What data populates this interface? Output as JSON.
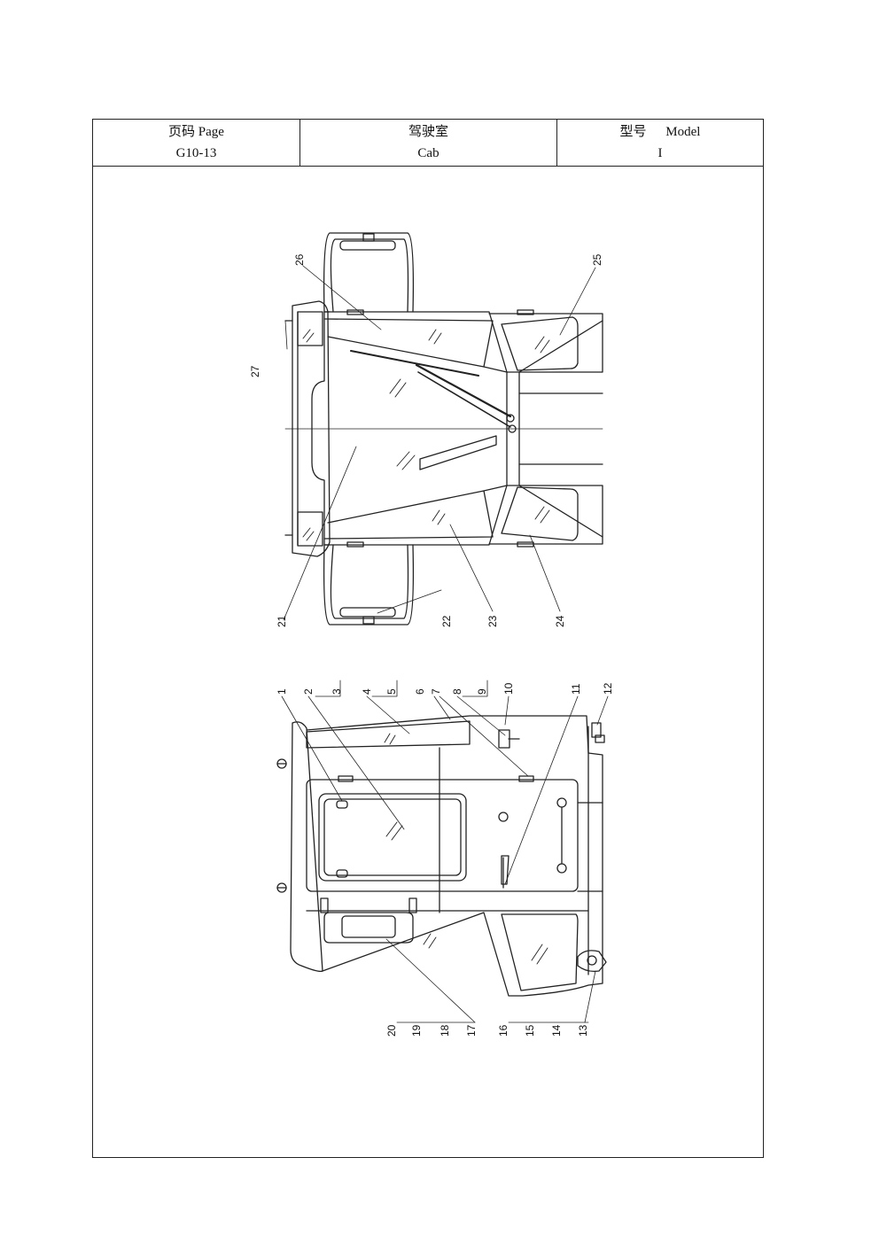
{
  "header": {
    "page_label": "页码 Page",
    "page_value": "G10-13",
    "title_label": "驾驶室",
    "title_value": "Cab",
    "model_label": "型号 Model",
    "model_value": "I"
  },
  "top_view_callouts": [
    "21",
    "22",
    "23",
    "24",
    "25",
    "26",
    "27"
  ],
  "side_view_callouts_top": [
    "1",
    "2",
    "3",
    "4",
    "5",
    "6",
    "7",
    "8",
    "9",
    "10",
    "11",
    "12"
  ],
  "side_view_callouts_bottom": [
    "13",
    "14",
    "15",
    "16",
    "17",
    "18",
    "19",
    "20"
  ]
}
